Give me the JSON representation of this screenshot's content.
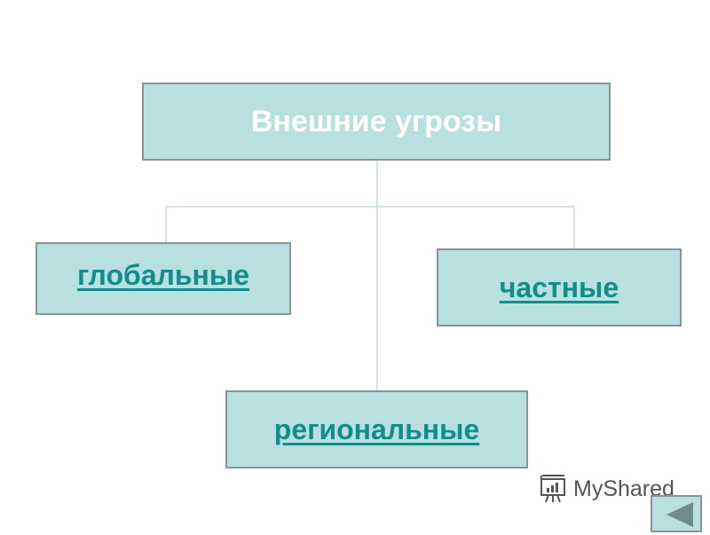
{
  "diagram": {
    "root": "Внешние угрозы",
    "children": [
      "глобальные",
      "частные",
      "региональные"
    ]
  },
  "watermark": "MyShared",
  "nav": {
    "back_icon": "triangle-left-icon"
  },
  "colors": {
    "box_fill": "#b9e0e0",
    "link": "#138c8c",
    "border": "#869595"
  }
}
